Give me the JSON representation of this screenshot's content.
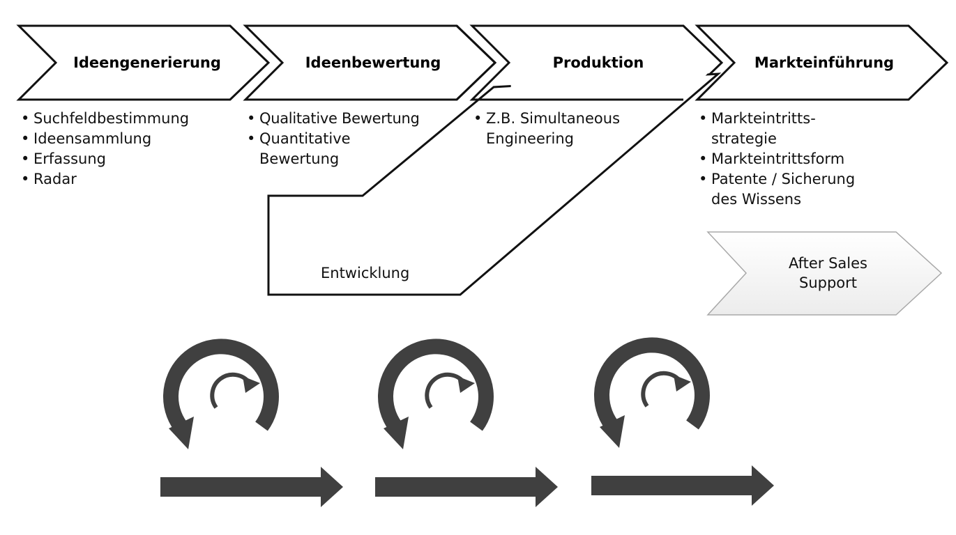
{
  "phases": [
    {
      "label": "Ideengenerierung",
      "bullets": [
        "Suchfeldbestimmung",
        "Ideensammlung",
        "Erfassung",
        "Radar"
      ]
    },
    {
      "label": "Ideenbewertung",
      "bullets": [
        "Qualitative Bewertung",
        "Quantitative Bewertung"
      ]
    },
    {
      "label": "Produktion",
      "bullets": [
        "Z.B. Simultaneous Engineering"
      ]
    },
    {
      "label": "Markteinführung",
      "bullets": [
        "Markteintritts-strategie",
        "Markteintrittsform",
        "Patente / Sicherung des Wissens"
      ]
    }
  ],
  "development_label": "Entwicklung",
  "after_sales_label": "After Sales Support",
  "iteration_icons": [
    "iteration-loop-icon",
    "iteration-loop-icon",
    "iteration-loop-icon"
  ],
  "colors": {
    "outline": "#111111",
    "icon": "#404040",
    "after_sales_fill": "#f3f3f3",
    "after_sales_stroke": "#a8a8a8"
  }
}
